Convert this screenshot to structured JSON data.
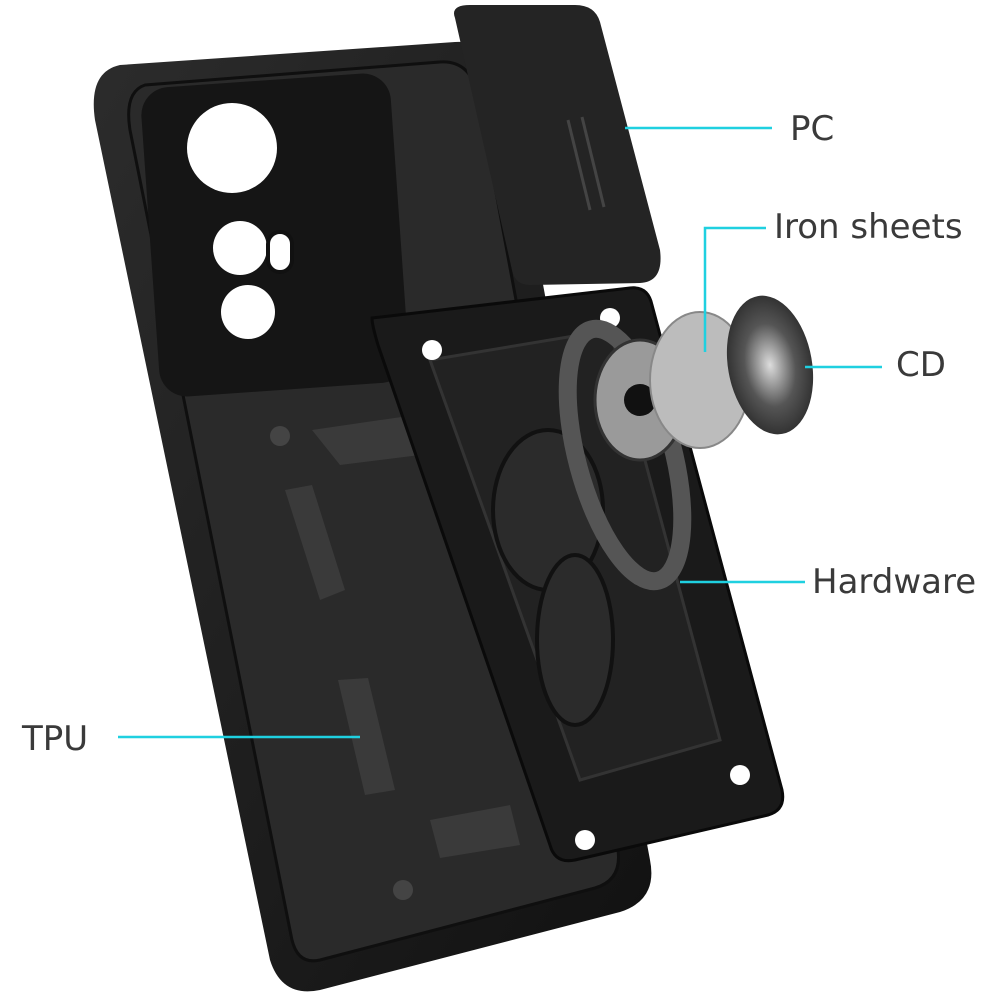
{
  "labels": {
    "pc": "PC",
    "iron_sheets": "Iron sheets",
    "cd": "CD",
    "hardware": "Hardware",
    "tpu": "TPU"
  },
  "colors": {
    "callout_line": "#1fd0e0",
    "case": "#1b1b1b",
    "label_text": "#3a3a3a"
  }
}
